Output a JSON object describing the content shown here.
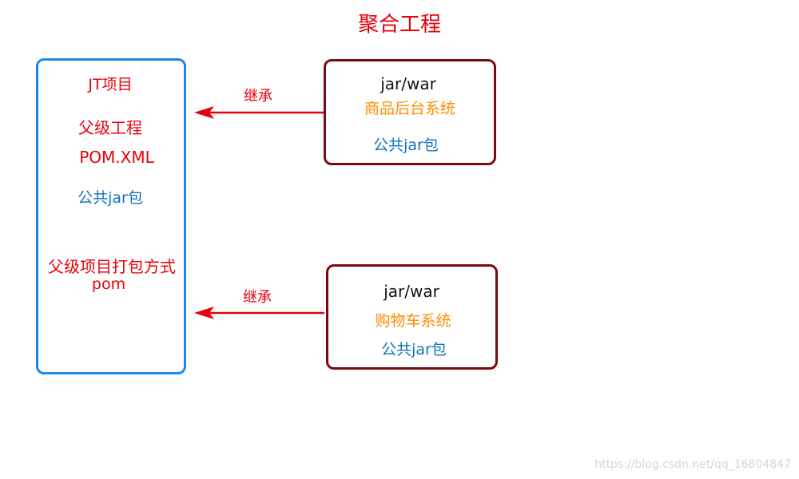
{
  "title": "聚合工程",
  "parent": {
    "name": "JT项目",
    "type": "父级工程",
    "pom": "POM.XML",
    "common_jar": "公共jar包",
    "packaging_label": "父级项目打包方式",
    "packaging_value": "pom"
  },
  "children": [
    {
      "packaging": "jar/war",
      "name": "商品后台系统",
      "common_jar": "公共jar包",
      "relation": "继承"
    },
    {
      "packaging": "jar/war",
      "name": "购物车系统",
      "common_jar": "公共jar包",
      "relation": "继承"
    }
  ],
  "colors": {
    "title": "#e8000b",
    "parent_border": "#1e88e5",
    "child_border": "#7a0a12",
    "arrow": "#e8000b",
    "label_blue": "#1274b8",
    "label_orange": "#ff8c00"
  },
  "watermark": "https://blog.csdn.net/qq_16804847"
}
